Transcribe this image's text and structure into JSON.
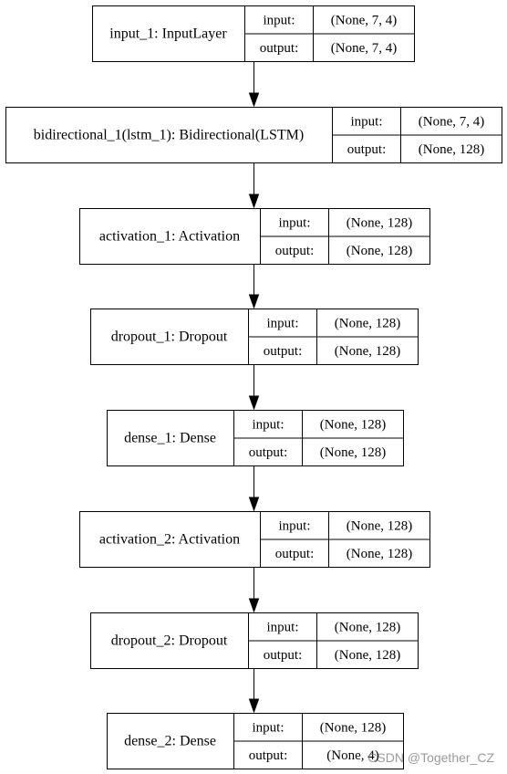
{
  "diagram": {
    "type": "keras-model-plot",
    "labels": {
      "input": "input:",
      "output": "output:"
    },
    "layers": [
      {
        "name": "input_1: InputLayer",
        "input_shape": "(None, 7, 4)",
        "output_shape": "(None, 7, 4)"
      },
      {
        "name": "bidirectional_1(lstm_1): Bidirectional(LSTM)",
        "input_shape": "(None, 7, 4)",
        "output_shape": "(None, 128)"
      },
      {
        "name": "activation_1: Activation",
        "input_shape": "(None, 128)",
        "output_shape": "(None, 128)"
      },
      {
        "name": "dropout_1: Dropout",
        "input_shape": "(None, 128)",
        "output_shape": "(None, 128)"
      },
      {
        "name": "dense_1: Dense",
        "input_shape": "(None, 128)",
        "output_shape": "(None, 128)"
      },
      {
        "name": "activation_2: Activation",
        "input_shape": "(None, 128)",
        "output_shape": "(None, 128)"
      },
      {
        "name": "dropout_2: Dropout",
        "input_shape": "(None, 128)",
        "output_shape": "(None, 128)"
      },
      {
        "name": "dense_2: Dense",
        "input_shape": "(None, 128)",
        "output_shape": "(None, 4)"
      }
    ]
  },
  "watermark": {
    "text": "CSDN @Together_CZ"
  }
}
